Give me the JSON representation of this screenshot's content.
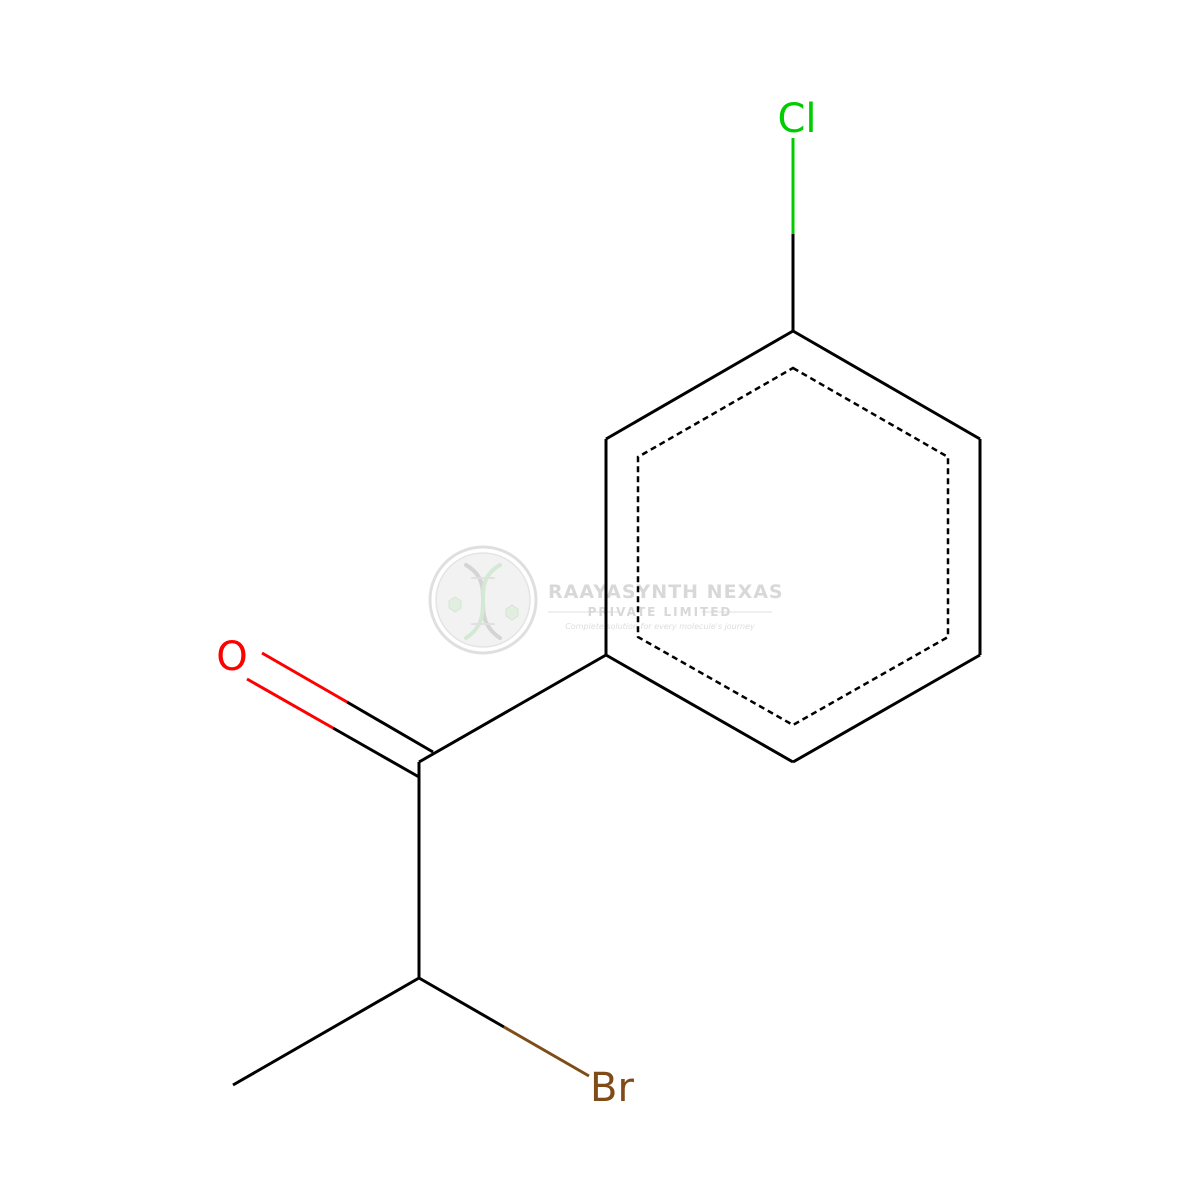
{
  "molecule": {
    "atoms": {
      "chlorine": "Cl",
      "oxygen": "O",
      "bromine": "Br"
    },
    "colors": {
      "bond": "#000000",
      "chlorine": "#00cc00",
      "oxygen": "#ff0000",
      "bromine": "#7f4c19"
    }
  },
  "watermark": {
    "company": "RAAYASYNTH NEXAS",
    "subtitle": "PRIVATE LIMITED",
    "tagline": "Complete solution for every molecule's journey",
    "color": "#d6d6d6"
  }
}
